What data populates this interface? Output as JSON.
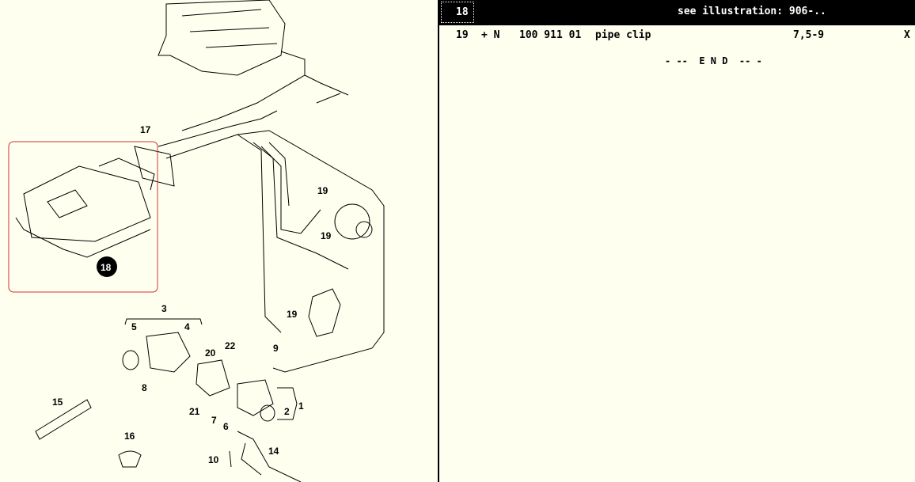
{
  "diagram": {
    "callouts": [
      "17",
      "18",
      "19",
      "19",
      "19",
      "3",
      "5",
      "4",
      "20",
      "22",
      "9",
      "8",
      "21",
      "7",
      "6",
      "1",
      "2",
      "15",
      "16",
      "10",
      "14"
    ],
    "highlight_color": "#d03030"
  },
  "panel": {
    "header": {
      "position": "18",
      "reference": "see illustration: 906-.."
    },
    "rows": [
      {
        "pos": "19",
        "flag": "+ N",
        "part_no": "100 911 01",
        "description": "pipe clip",
        "qty": "7,5-9",
        "mark": "X"
      }
    ],
    "end_label": "- --  E N D  -- -"
  }
}
